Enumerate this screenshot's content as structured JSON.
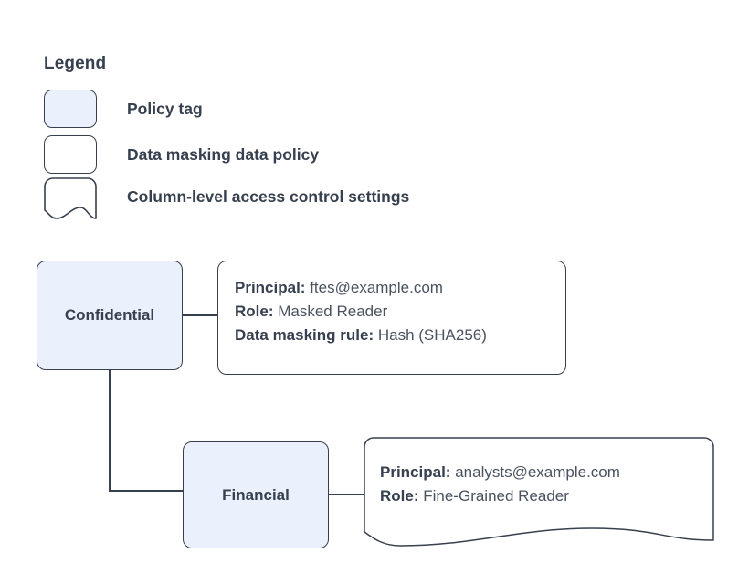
{
  "legend": {
    "title": "Legend",
    "items": [
      {
        "label": "Policy tag",
        "swatch": "rounded-rect-filled",
        "fill": "#eaf1fc"
      },
      {
        "label": "Data masking data policy",
        "swatch": "rounded-rect-plain",
        "fill": "#ffffff"
      },
      {
        "label": "Column-level access control settings",
        "swatch": "document-wavy",
        "fill": "#ffffff"
      }
    ]
  },
  "colors": {
    "policy_tag_fill": "#eaf1fc",
    "stroke": "#37404f",
    "text": "#37404f",
    "value_text": "#4a5260",
    "background": "#ffffff"
  },
  "diagram": {
    "nodes": [
      {
        "id": "confidential",
        "label": "Confidential",
        "type": "policy-tag"
      },
      {
        "id": "financial",
        "label": "Financial",
        "type": "policy-tag"
      }
    ],
    "policy_boxes": [
      {
        "id": "masking",
        "type": "data-masking-data-policy",
        "attached_to": "confidential",
        "lines": [
          {
            "key": "Principal:",
            "value": "ftes@example.com"
          },
          {
            "key": "Role:",
            "value": "Masked Reader"
          },
          {
            "key": "Data masking rule:",
            "value": "Hash (SHA256)"
          }
        ]
      },
      {
        "id": "colaccess",
        "type": "column-level-access-control-settings",
        "attached_to": "financial",
        "lines": [
          {
            "key": "Principal:",
            "value": "analysts@example.com"
          },
          {
            "key": "Role:",
            "value": "Fine-Grained Reader"
          }
        ]
      }
    ],
    "edges": [
      {
        "from": "confidential",
        "to": "masking"
      },
      {
        "from": "confidential",
        "to": "financial"
      },
      {
        "from": "financial",
        "to": "colaccess"
      }
    ]
  }
}
